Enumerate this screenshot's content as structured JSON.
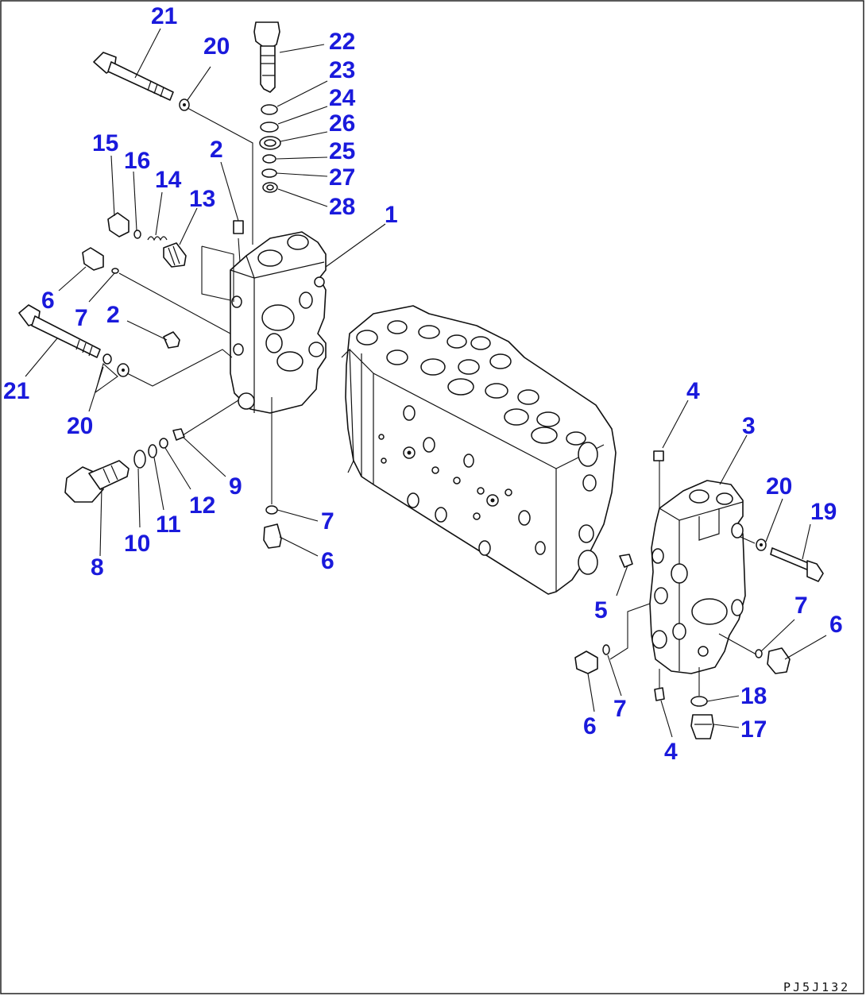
{
  "drawing_code": "PJ5J132",
  "callouts": [
    {
      "id": "c21a",
      "label": "21"
    },
    {
      "id": "c20a",
      "label": "20"
    },
    {
      "id": "c22",
      "label": "22"
    },
    {
      "id": "c23",
      "label": "23"
    },
    {
      "id": "c24",
      "label": "24"
    },
    {
      "id": "c26",
      "label": "26"
    },
    {
      "id": "c25",
      "label": "25"
    },
    {
      "id": "c27",
      "label": "27"
    },
    {
      "id": "c28",
      "label": "28"
    },
    {
      "id": "c15",
      "label": "15"
    },
    {
      "id": "c16",
      "label": "16"
    },
    {
      "id": "c14",
      "label": "14"
    },
    {
      "id": "c13",
      "label": "13"
    },
    {
      "id": "c2a",
      "label": "2"
    },
    {
      "id": "c1",
      "label": "1"
    },
    {
      "id": "c6a",
      "label": "6"
    },
    {
      "id": "c7a",
      "label": "7"
    },
    {
      "id": "c2b",
      "label": "2"
    },
    {
      "id": "c21b",
      "label": "21"
    },
    {
      "id": "c20b",
      "label": "20"
    },
    {
      "id": "c8",
      "label": "8"
    },
    {
      "id": "c10",
      "label": "10"
    },
    {
      "id": "c11",
      "label": "11"
    },
    {
      "id": "c12",
      "label": "12"
    },
    {
      "id": "c9",
      "label": "9"
    },
    {
      "id": "c7b",
      "label": "7"
    },
    {
      "id": "c6b",
      "label": "6"
    },
    {
      "id": "c4a",
      "label": "4"
    },
    {
      "id": "c3",
      "label": "3"
    },
    {
      "id": "c20c",
      "label": "20"
    },
    {
      "id": "c19",
      "label": "19"
    },
    {
      "id": "c5",
      "label": "5"
    },
    {
      "id": "c7c",
      "label": "7"
    },
    {
      "id": "c6c",
      "label": "6"
    },
    {
      "id": "c18",
      "label": "18"
    },
    {
      "id": "c17",
      "label": "17"
    },
    {
      "id": "c6d",
      "label": "6"
    },
    {
      "id": "c7d",
      "label": "7"
    },
    {
      "id": "c4b",
      "label": "4"
    }
  ]
}
